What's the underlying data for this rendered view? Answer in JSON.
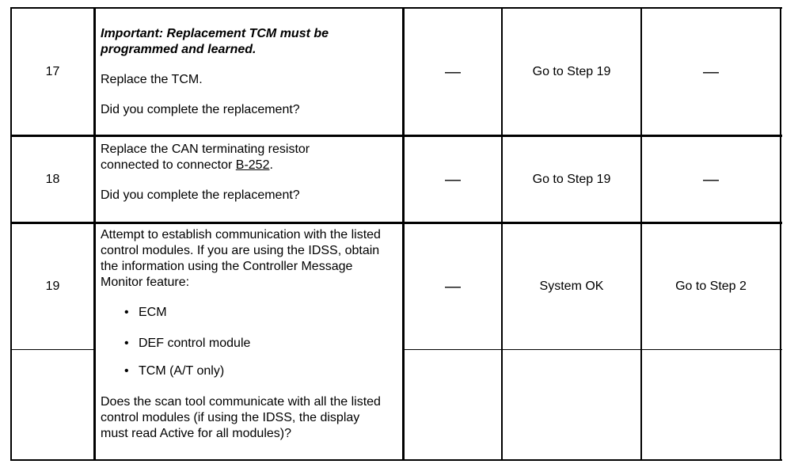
{
  "rows": [
    {
      "step": "17",
      "important": "Important: Replacement TCM must be programmed and learned.",
      "action": "Replace the TCM.",
      "question": "Did you complete the replacement?",
      "value": "—",
      "yes": "Go to Step 19",
      "no": "—"
    },
    {
      "step": "18",
      "action_before": "Replace the CAN terminating resistor connected to connector ",
      "link": "B-252",
      "action_after": ".",
      "question": "Did you complete the replacement?",
      "value": "—",
      "yes": "Go to Step 19",
      "no": "—"
    },
    {
      "step": "19",
      "action": "Attempt to establish communication with the listed control modules. If you are using the IDSS, obtain the information using the Controller Message Monitor feature:",
      "bullets": [
        "ECM",
        "DEF control module",
        "TCM (A/T only)"
      ],
      "question": "Does the scan tool communicate with all the listed control modules (if using the IDSS, the display must read Active for all modules)?",
      "value": "—",
      "yes": "System OK",
      "no": "Go to Step 2"
    }
  ]
}
